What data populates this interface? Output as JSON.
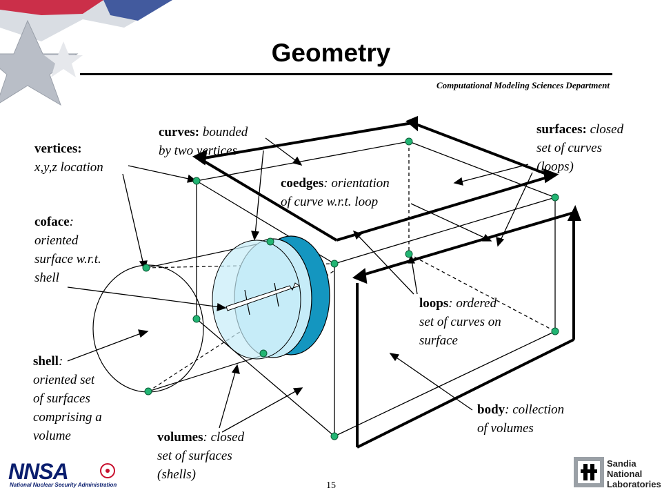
{
  "slide": {
    "title": "Geometry",
    "department": "Computational Modeling Sciences Department",
    "page_number": "15"
  },
  "labels": {
    "vertices": {
      "term": "vertices:",
      "desc": "x,y,z location"
    },
    "curves": {
      "term": "curves:",
      "desc1": "bounded",
      "desc2": "by two vertices"
    },
    "surfaces": {
      "term": "surfaces:",
      "desc1": "closed",
      "desc2": "set of curves",
      "desc3": "(loops)"
    },
    "coedges": {
      "term": "coedges",
      "desc1": ": orientation",
      "desc2": "of curve w.r.t. loop"
    },
    "coface": {
      "term": "coface",
      "desc1": ":",
      "desc2": "oriented",
      "desc3": "surface w.r.t.",
      "desc4": "shell"
    },
    "loops": {
      "term": "loops",
      "desc1": ": ordered",
      "desc2": "set of curves on",
      "desc3": "surface"
    },
    "shell": {
      "term": "shell",
      "desc1": ":",
      "desc2": "oriented set",
      "desc3": "of surfaces",
      "desc4": "comprising a",
      "desc5": "volume"
    },
    "volumes": {
      "term": "volumes",
      "desc1": ": closed",
      "desc2": "set of surfaces",
      "desc3": "(shells)"
    },
    "body": {
      "term": "body",
      "desc1": ": collection",
      "desc2": "of volumes"
    }
  },
  "logos": {
    "nnsa_text": "NNSA",
    "nnsa_caption": "National Nuclear Security Administration",
    "sandia_line1": "Sandia",
    "sandia_line2": "National",
    "sandia_line3": "Laboratories"
  },
  "colors": {
    "vertex": "#22b573",
    "disc_face": "#c6ecf8",
    "disc_rim": "#1496c0",
    "nnsa_blue": "#0a1e6e",
    "flag_red": "#c8102e"
  }
}
